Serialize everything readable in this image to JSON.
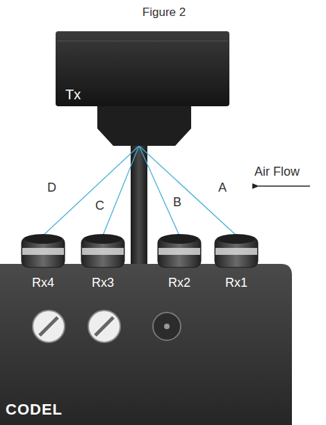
{
  "diagram": {
    "title": "Figure 2",
    "nodes": [
      {
        "text": [
          "Tx"
        ]
      },
      {
        "text": [
          "Rx4",
          "Rx3",
          "Rx2",
          "Rx1",
          "CODEL"
        ]
      }
    ],
    "edges": [
      {
        "from": 0,
        "to": 1,
        "label": "A",
        "arrow": "none"
      },
      {
        "from": 0,
        "to": 1,
        "label": "B",
        "arrow": "none"
      },
      {
        "from": 0,
        "to": 1,
        "label": "C",
        "arrow": "none"
      },
      {
        "from": 0,
        "to": 1,
        "label": "D",
        "arrow": "none"
      }
    ],
    "labels": [
      "Air Flow"
    ]
  }
}
